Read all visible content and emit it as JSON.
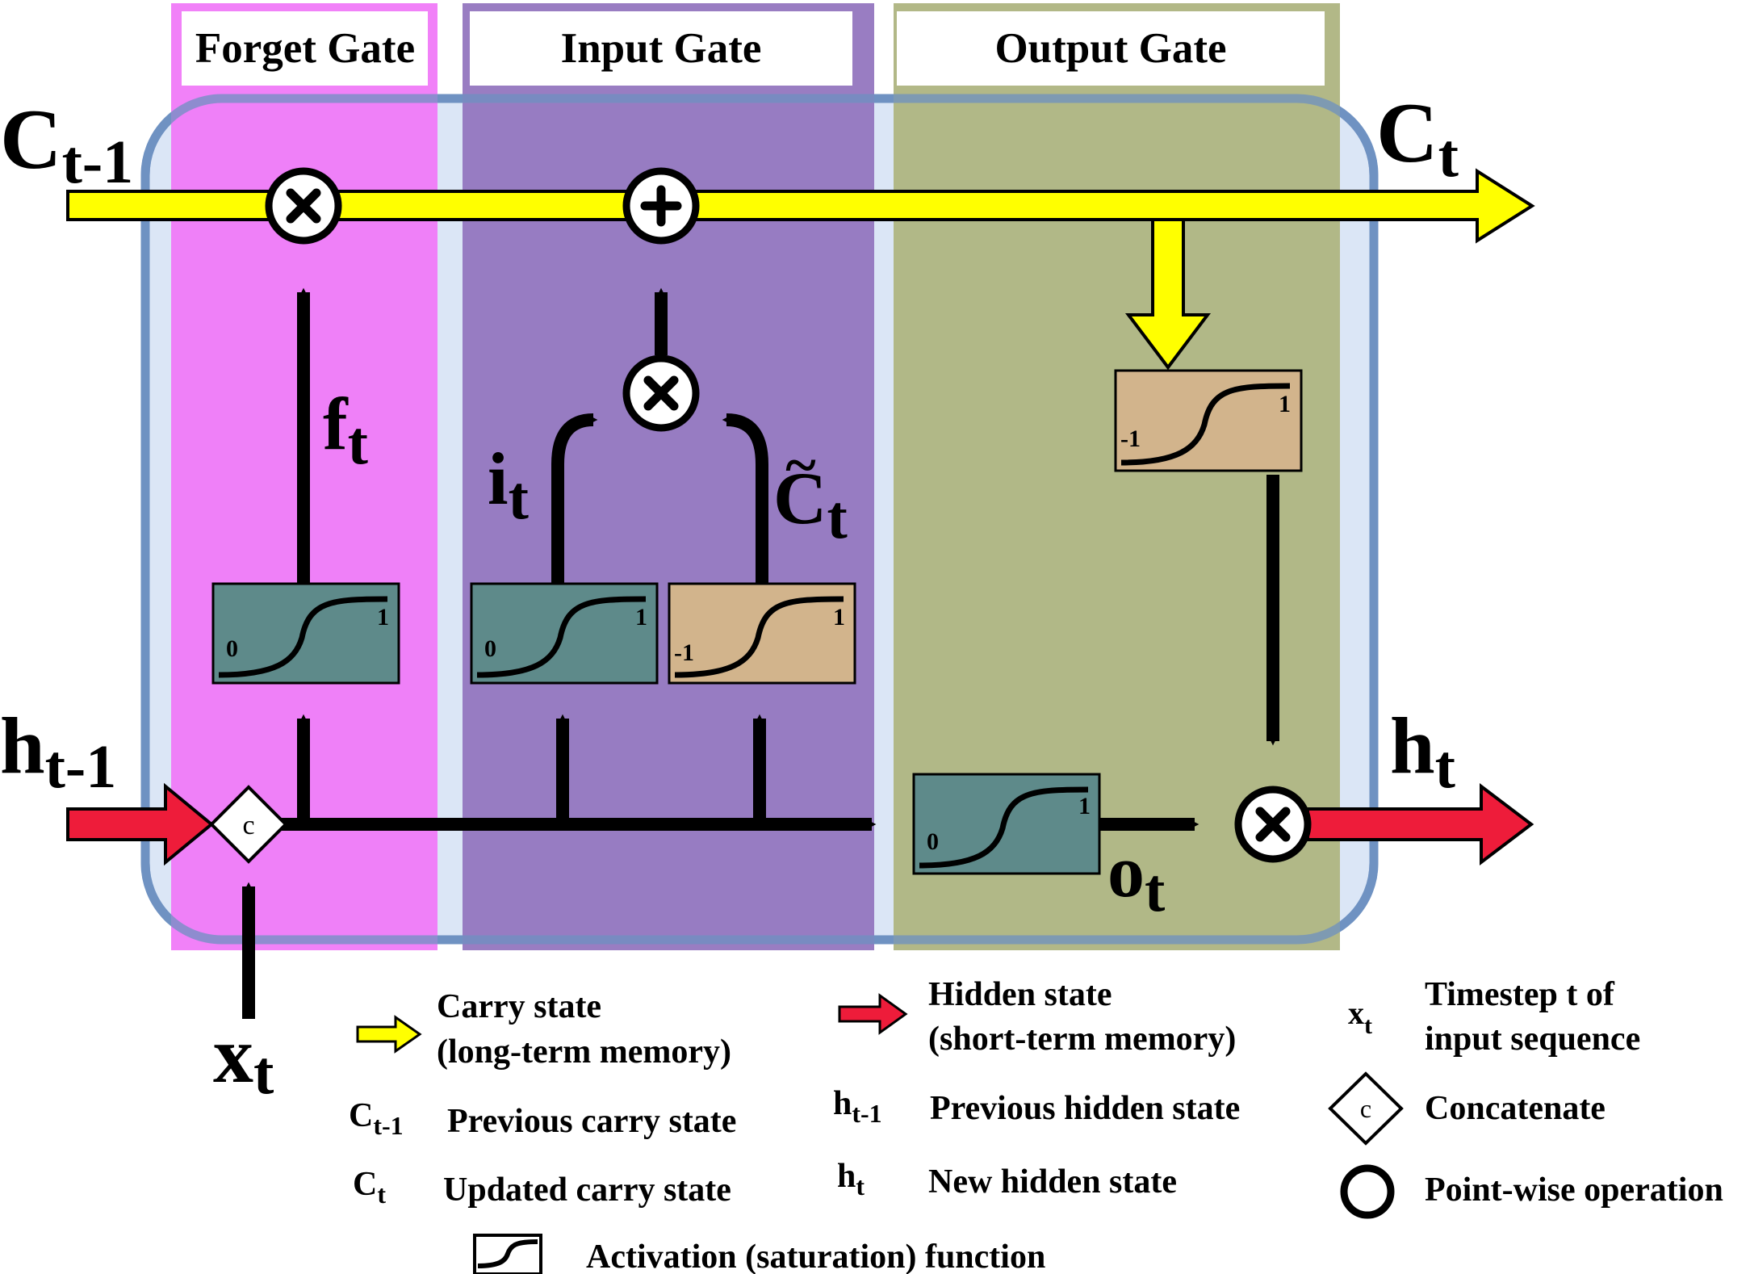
{
  "gates": {
    "forget": "Forget Gate",
    "input": "Input Gate",
    "output": "Output Gate"
  },
  "states": {
    "c_prev": {
      "base": "C",
      "sub": "t-1"
    },
    "c_next": {
      "base": "C",
      "sub": "t"
    },
    "h_prev": {
      "base": "h",
      "sub": "t-1"
    },
    "h_next": {
      "base": "h",
      "sub": "t"
    },
    "x": {
      "base": "x",
      "sub": "t"
    }
  },
  "signals": {
    "f": {
      "base": "f",
      "sub": "t"
    },
    "i": {
      "base": "i",
      "sub": "t"
    },
    "c_tilde": {
      "base": "C",
      "sub": "t",
      "accent": "~"
    },
    "o": {
      "base": "o",
      "sub": "t"
    }
  },
  "activations": {
    "sigmoid": {
      "low": "0",
      "high": "1"
    },
    "tanh": {
      "low": "-1",
      "high": "1"
    }
  },
  "concat_symbol": "c",
  "legend": {
    "carry_line1": "Carry state",
    "carry_line2": "(long-term memory)",
    "hidden_line1": "Hidden state",
    "hidden_line2": "(short-term memory)",
    "timestep_line1": "Timestep t of",
    "timestep_line2": "input sequence",
    "prev_carry": "Previous carry state",
    "updated_carry": "Updated carry state",
    "prev_hidden": "Previous hidden state",
    "new_hidden": "New hidden state",
    "concatenate": "Concatenate",
    "pointwise": "Point-wise operation",
    "activation": "Activation (saturation) function"
  },
  "colors": {
    "forget_gate": "#f07af8",
    "input_gate": "#9476bf",
    "output_gate": "#b0b683",
    "cell_border": "#6f92c2",
    "cell_fill": "#dbe6f6",
    "carry_arrow": "#ffff00",
    "hidden_arrow": "#ee1c3a",
    "sigmoid_box": "#5e8a8a",
    "tanh_box": "#d2b48c"
  }
}
